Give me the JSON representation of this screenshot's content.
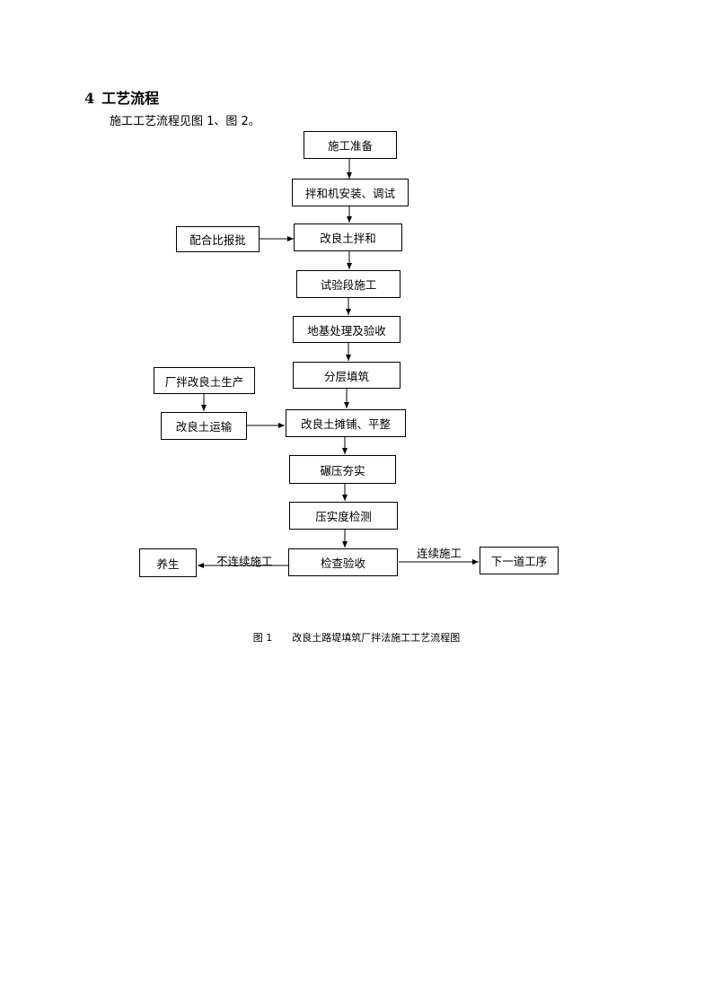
{
  "section": {
    "number": "4",
    "title": "工艺流程"
  },
  "intro": "施工工艺流程见图 1、图 2。",
  "flow": {
    "prep": "施工准备",
    "mixer_install": "拌和机安装、调试",
    "mix_approval": "配合比报批",
    "mixing": "改良土拌和",
    "trial": "试验段施工",
    "foundation": "地基处理及验收",
    "layered_fill": "分层填筑",
    "factory_production": "厂拌改良土生产",
    "transport": "改良土运输",
    "spread": "改良土摊铺、平整",
    "compaction": "碾压夯实",
    "density_test": "压实度检测",
    "inspection": "检查验收",
    "curing": "养生",
    "not_continuous": "不连续施工",
    "continuous": "连续施工",
    "next_step": "下一道工序"
  },
  "caption": {
    "number": "图 1",
    "text": "改良土路堤填筑厂拌法施工工艺流程图"
  }
}
